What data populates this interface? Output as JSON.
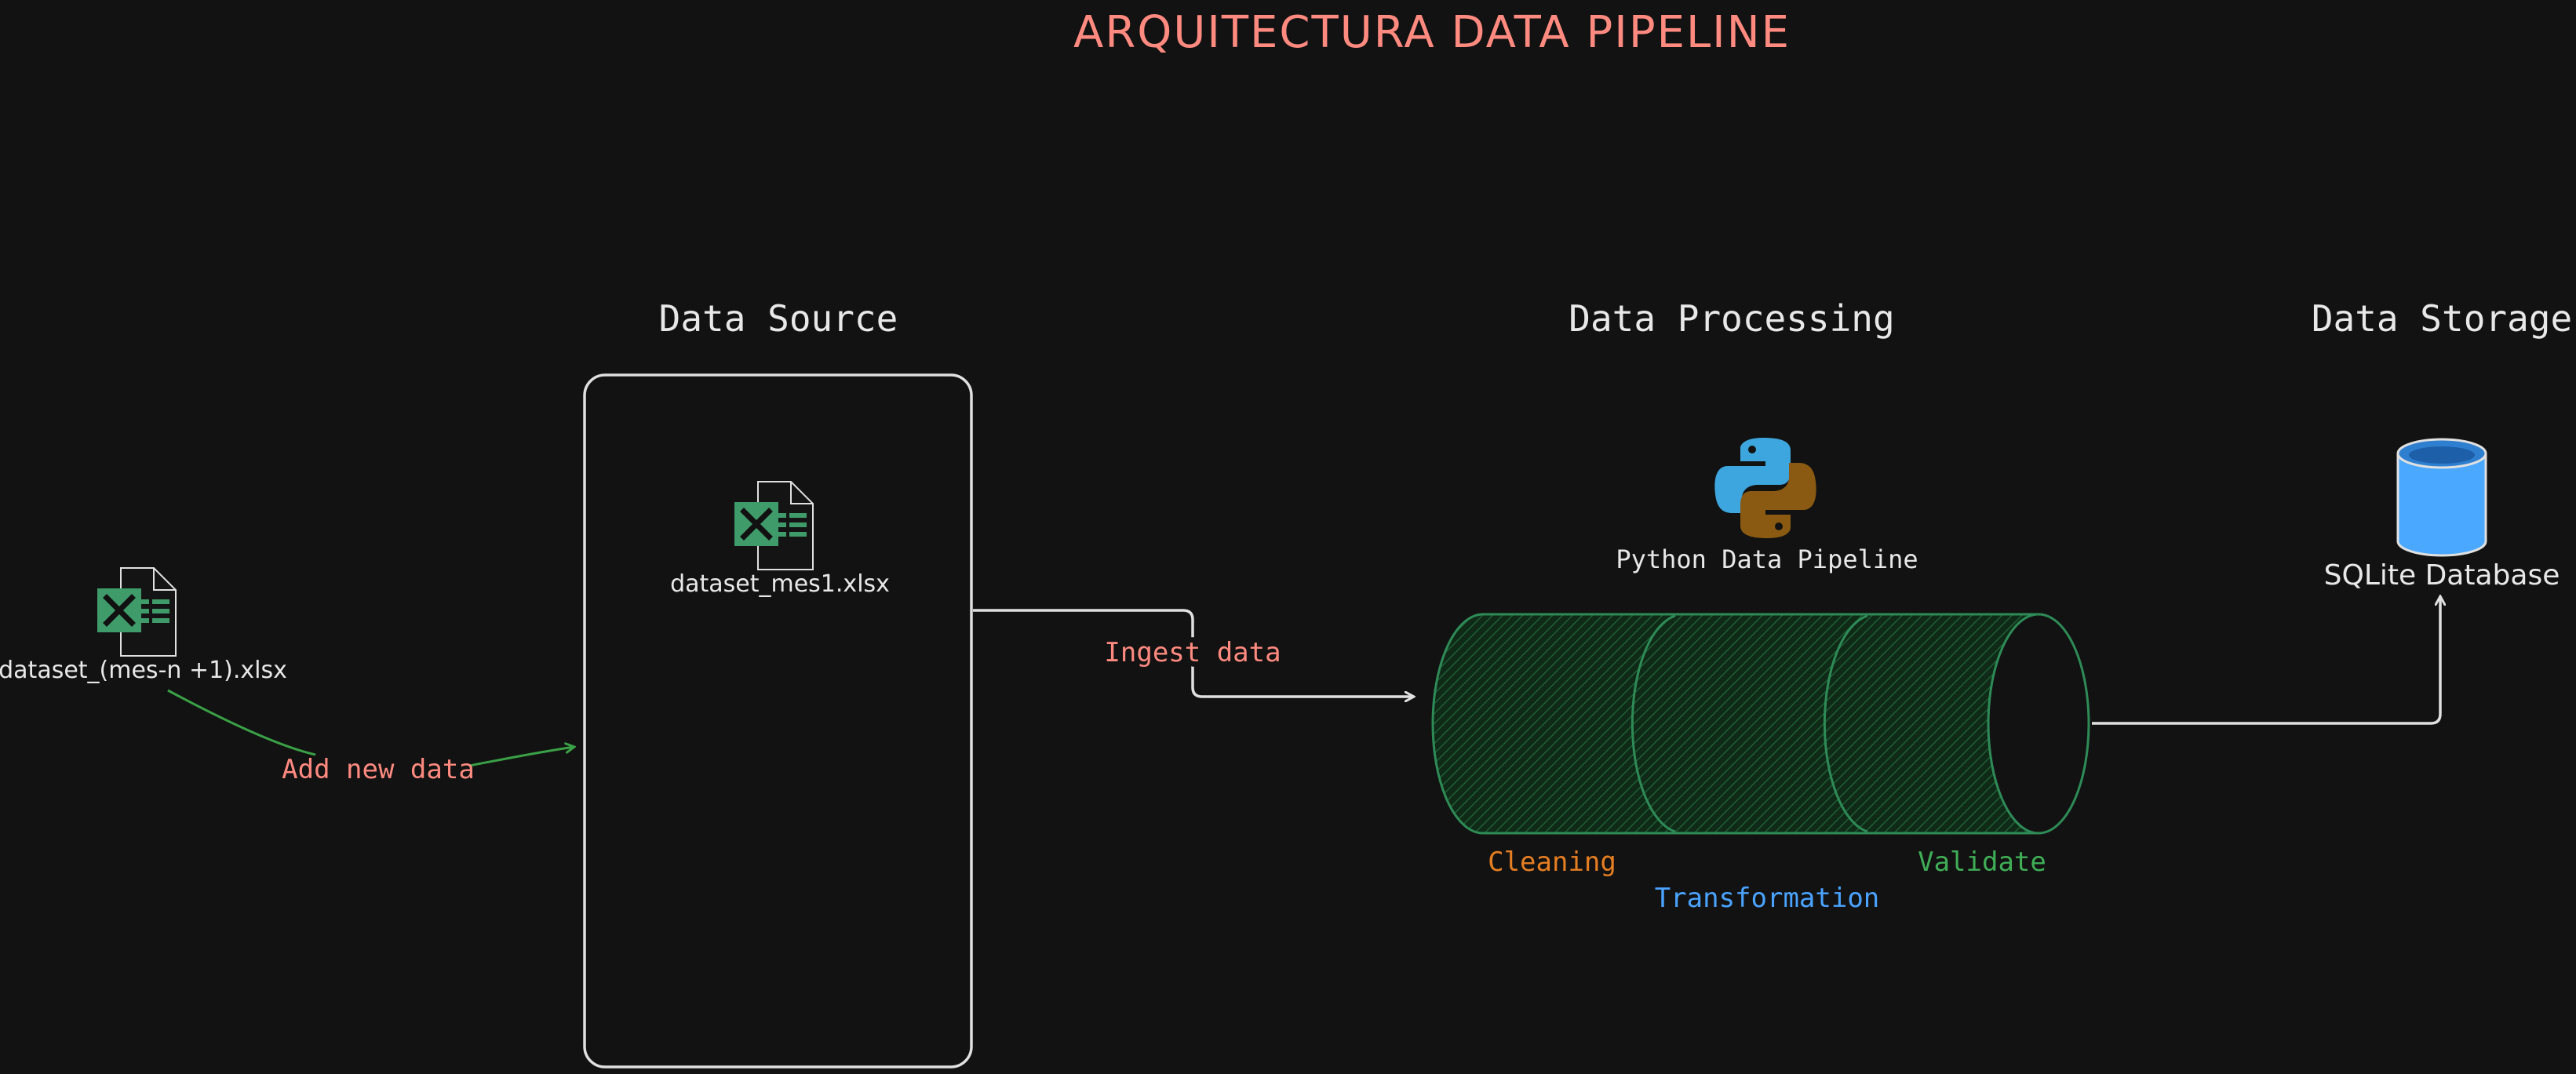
{
  "diagram": {
    "title": "ARQUITECTURA DATA PIPELINE",
    "sections": {
      "source": "Data Source",
      "processing": "Data Processing",
      "storage": "Data Storage"
    },
    "files": {
      "external": "dataset_(mes-n +1).xlsx",
      "source": "dataset_mes1.xlsx"
    },
    "edges": {
      "add_new": "Add new data",
      "ingest": "Ingest data"
    },
    "pipeline": {
      "label": "Python Data Pipeline",
      "stages": {
        "cleaning": "Cleaning",
        "transformation": "Transformation",
        "validate": "Validate"
      }
    },
    "storage": {
      "label": "SQLite Database"
    },
    "colors": {
      "background": "#121212",
      "title": "#ff8a80",
      "edge_label": "#ff8a80",
      "heading": "#e8e8e8",
      "stroke": "#e0e0e0",
      "pipe": "#2e8b57",
      "pipe_hatch": "#1f5f35",
      "arrow_green": "#3aa046",
      "excel": "#3f9c6a",
      "cleaning": "#e67e22",
      "transformation": "#4aa3ff",
      "validate": "#3fae56",
      "python_blue": "#3ea6de",
      "python_yellow": "#8a5a12",
      "db": "#4aa8ff"
    },
    "icons": [
      "excel-file-icon",
      "python-logo-icon",
      "database-cylinder-icon"
    ]
  }
}
